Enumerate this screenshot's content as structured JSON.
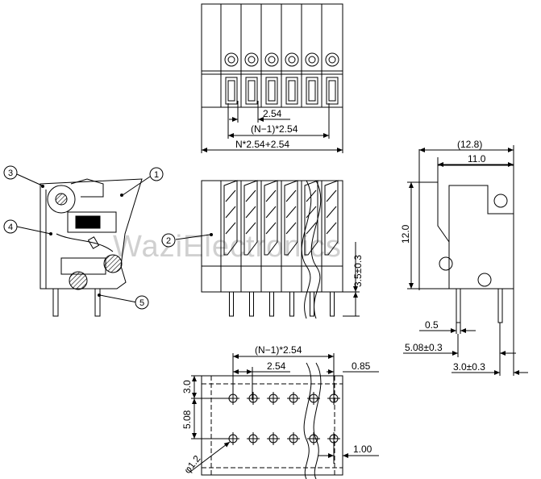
{
  "watermark": "WaziElectronics",
  "callouts": [
    "1",
    "2",
    "3",
    "4",
    "5"
  ],
  "top_view": {
    "pitch": "2.54",
    "span": "(N−1)*2.54",
    "overall": "N*2.54+2.54"
  },
  "right_view": {
    "depth_overall": "(12.8)",
    "depth_body": "11.0",
    "height": "12.0",
    "pin_width": "0.5",
    "row_spacing": "5.08±0.3",
    "pin_offset": "3.0±0.3"
  },
  "front_view": {
    "pin_length": "3.5±0.3"
  },
  "footprint": {
    "span": "(N−1)*2.54",
    "pitch": "2.54",
    "edge": "0.85",
    "top_margin": "3.0",
    "row_spacing": "5.08",
    "hole_diameter": "φ1.2",
    "hole_size": "1.00"
  }
}
